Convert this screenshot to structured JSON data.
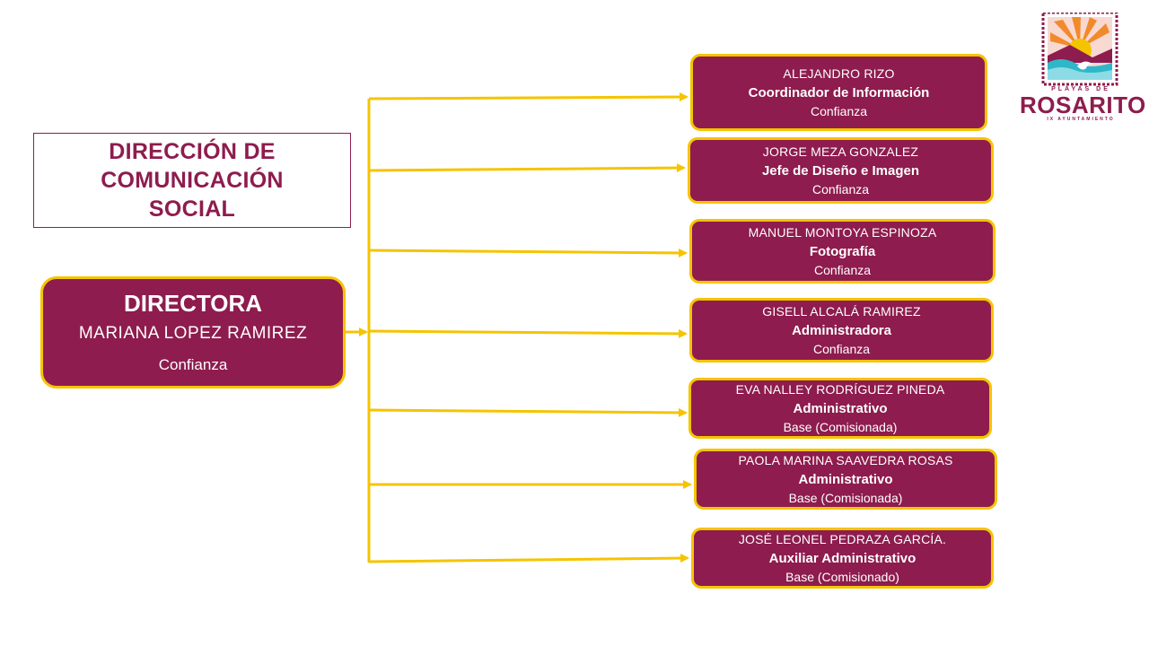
{
  "title": {
    "line1": "DIRECCIÓN DE",
    "line2": "COMUNICACIÓN",
    "line3": "SOCIAL"
  },
  "director": {
    "role": "DIRECTORA",
    "name": "MARIANA LOPEZ RAMIREZ",
    "type": "Confianza"
  },
  "employees": [
    {
      "name": "ALEJANDRO RIZO",
      "position": "Coordinador de Información",
      "type": "Confianza"
    },
    {
      "name": "JORGE MEZA GONZALEZ",
      "position": "Jefe de Diseño e Imagen",
      "type": "Confianza"
    },
    {
      "name": "MANUEL MONTOYA ESPINOZA",
      "position": "Fotografía",
      "type": "Confianza"
    },
    {
      "name": "GISELL ALCALÁ RAMIREZ",
      "position": "Administradora",
      "type": "Confianza"
    },
    {
      "name": "EVA NALLEY RODRÍGUEZ PINEDA",
      "position": "Administrativo",
      "type": "Base (Comisionada)"
    },
    {
      "name": "PAOLA MARINA SAAVEDRA ROSAS",
      "position": "Administrativo",
      "type": "Base (Comisionada)"
    },
    {
      "name": "JOSÉ LEONEL PEDRAZA GARCÍA.",
      "position": "Auxiliar Administrativo",
      "type": "Base (Comisionado)"
    }
  ],
  "logo": {
    "top_text": "PLAYAS DE",
    "main_text": "ROSARITO",
    "sub_text": "IX AYUNTAMIENTO"
  },
  "colors": {
    "box_fill": "#8e1c4e",
    "box_border": "#f5c400",
    "connector": "#f5c400",
    "title_text": "#8e1c4e"
  }
}
